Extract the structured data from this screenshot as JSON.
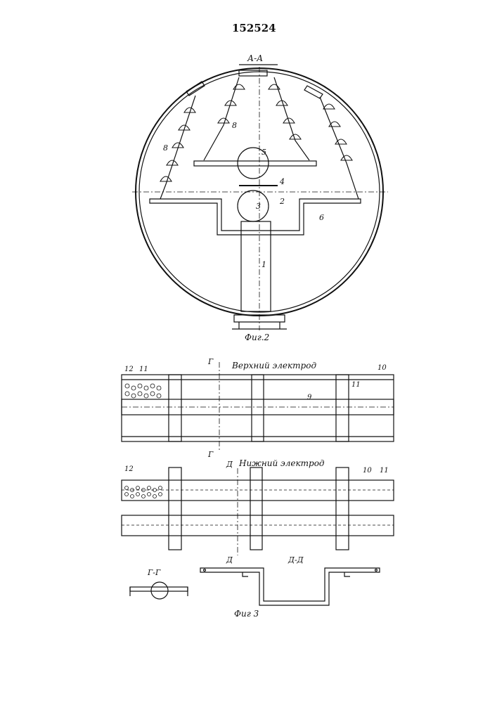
{
  "patent_number": "152524",
  "fig2": {
    "section_label": "А-А",
    "caption": "Фиг.2",
    "callouts": [
      "1",
      "2",
      "3",
      "4",
      "5",
      "6",
      "8",
      "8"
    ]
  },
  "fig3": {
    "upper_title": "Верхний электрод",
    "lower_title": "Нижний электрод",
    "cut_g": "Г",
    "cut_d": "Д",
    "section_gg": "Г-Г",
    "section_dd": "Д-Д",
    "caption": "Фиг 3",
    "upper_callouts": [
      "12",
      "11",
      "9",
      "11",
      "10"
    ],
    "lower_callouts": [
      "12",
      "10",
      "11"
    ]
  }
}
